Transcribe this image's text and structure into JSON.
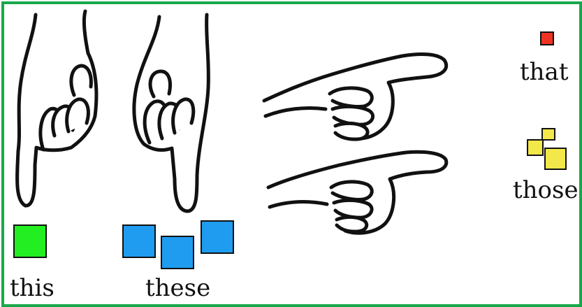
{
  "labels": {
    "this": "this",
    "these": "these",
    "that": "that",
    "those": "those"
  },
  "icons": {
    "hand_down_left": "hand-pointing-down-icon",
    "hand_down_right": "hand-pointing-down-icon",
    "hand_right_top": "hand-pointing-right-icon",
    "hand_right_bottom": "hand-pointing-right-icon"
  },
  "colors": {
    "border": "#18a84a",
    "this_square": "#22ee22",
    "these_squares": "#1f9cf0",
    "that_square": "#ee3322",
    "those_squares": "#f3e84a",
    "outline": "#111111"
  }
}
